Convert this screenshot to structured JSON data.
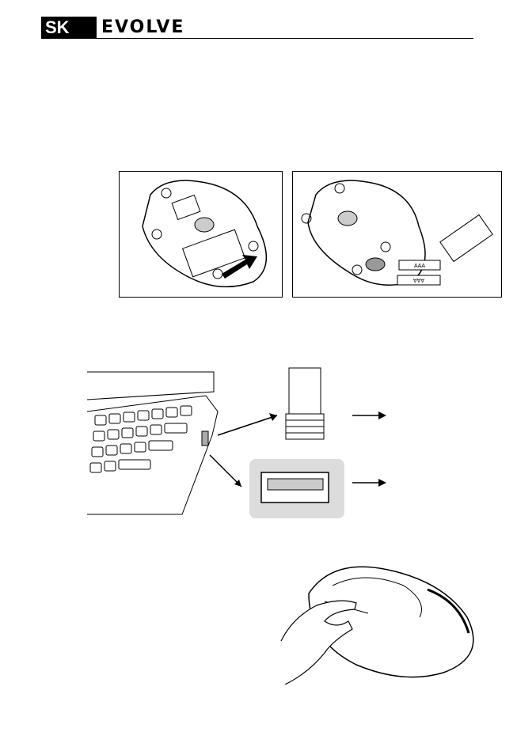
{
  "header": {
    "lang_code": "SK",
    "brand": "EVOLVE"
  },
  "figures": {
    "battery_labels": [
      "AAA",
      "AAA"
    ]
  }
}
